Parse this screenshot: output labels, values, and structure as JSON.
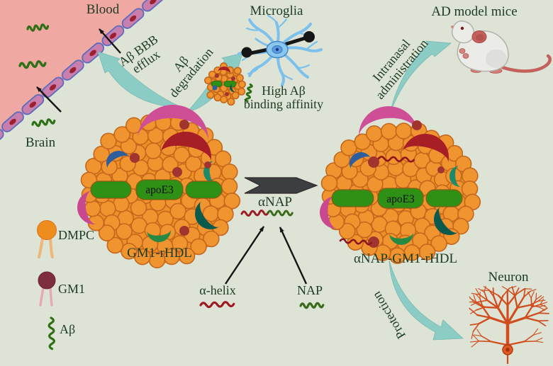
{
  "labels": {
    "blood": "Blood",
    "brain": "Brain",
    "microglia": "Microglia",
    "ad_mice": "AD model mice",
    "neuron": "Neuron",
    "gm1_rhdl": "GM1-rHDL",
    "anap_gm1_rhdl": "αNAP-GM1-rHDL",
    "apoe3": "apoE3",
    "anap": "αNAP",
    "alpha_helix": "α-helix",
    "nap": "NAP",
    "high_binding_line1": "High Aβ",
    "high_binding_line2": "binding affinity",
    "efflux_line1": "Aβ BBB",
    "efflux_line2": "efflux",
    "degradation_line1": "Aβ",
    "degradation_line2": "degradation",
    "intranasal_line1": "Intranasal",
    "intranasal_line2": "administration",
    "protection": "Protection"
  },
  "legend": {
    "items": [
      {
        "name": "dmpc",
        "label": "DMPC"
      },
      {
        "name": "gm1",
        "label": "GM1"
      },
      {
        "name": "abeta",
        "label": "Aβ"
      }
    ]
  },
  "colors": {
    "background": "#dde4d6",
    "blood_region": "#f0a8a3",
    "vessel_cell": "#c87fae",
    "vessel_outline": "#5b6cbe",
    "teal_arrow": "#8bccc5",
    "lipid_orange": "#f09430",
    "lipid_outline": "#c4671c",
    "apoe3_green": "#2f9016",
    "text_green": "#1d3a23",
    "gm1_maroon": "#7d2d3c",
    "abeta_green": "#2d7015",
    "alpha_helix_red": "#9c1b24",
    "microglia_blue": "#8ac6ee",
    "neuron_red": "#d14d1d",
    "cargo_dark_red": "#a81e27",
    "cargo_pink": "#cf4f96",
    "cargo_blue": "#2d5e9e",
    "cargo_teal": "#1d8a6a"
  }
}
